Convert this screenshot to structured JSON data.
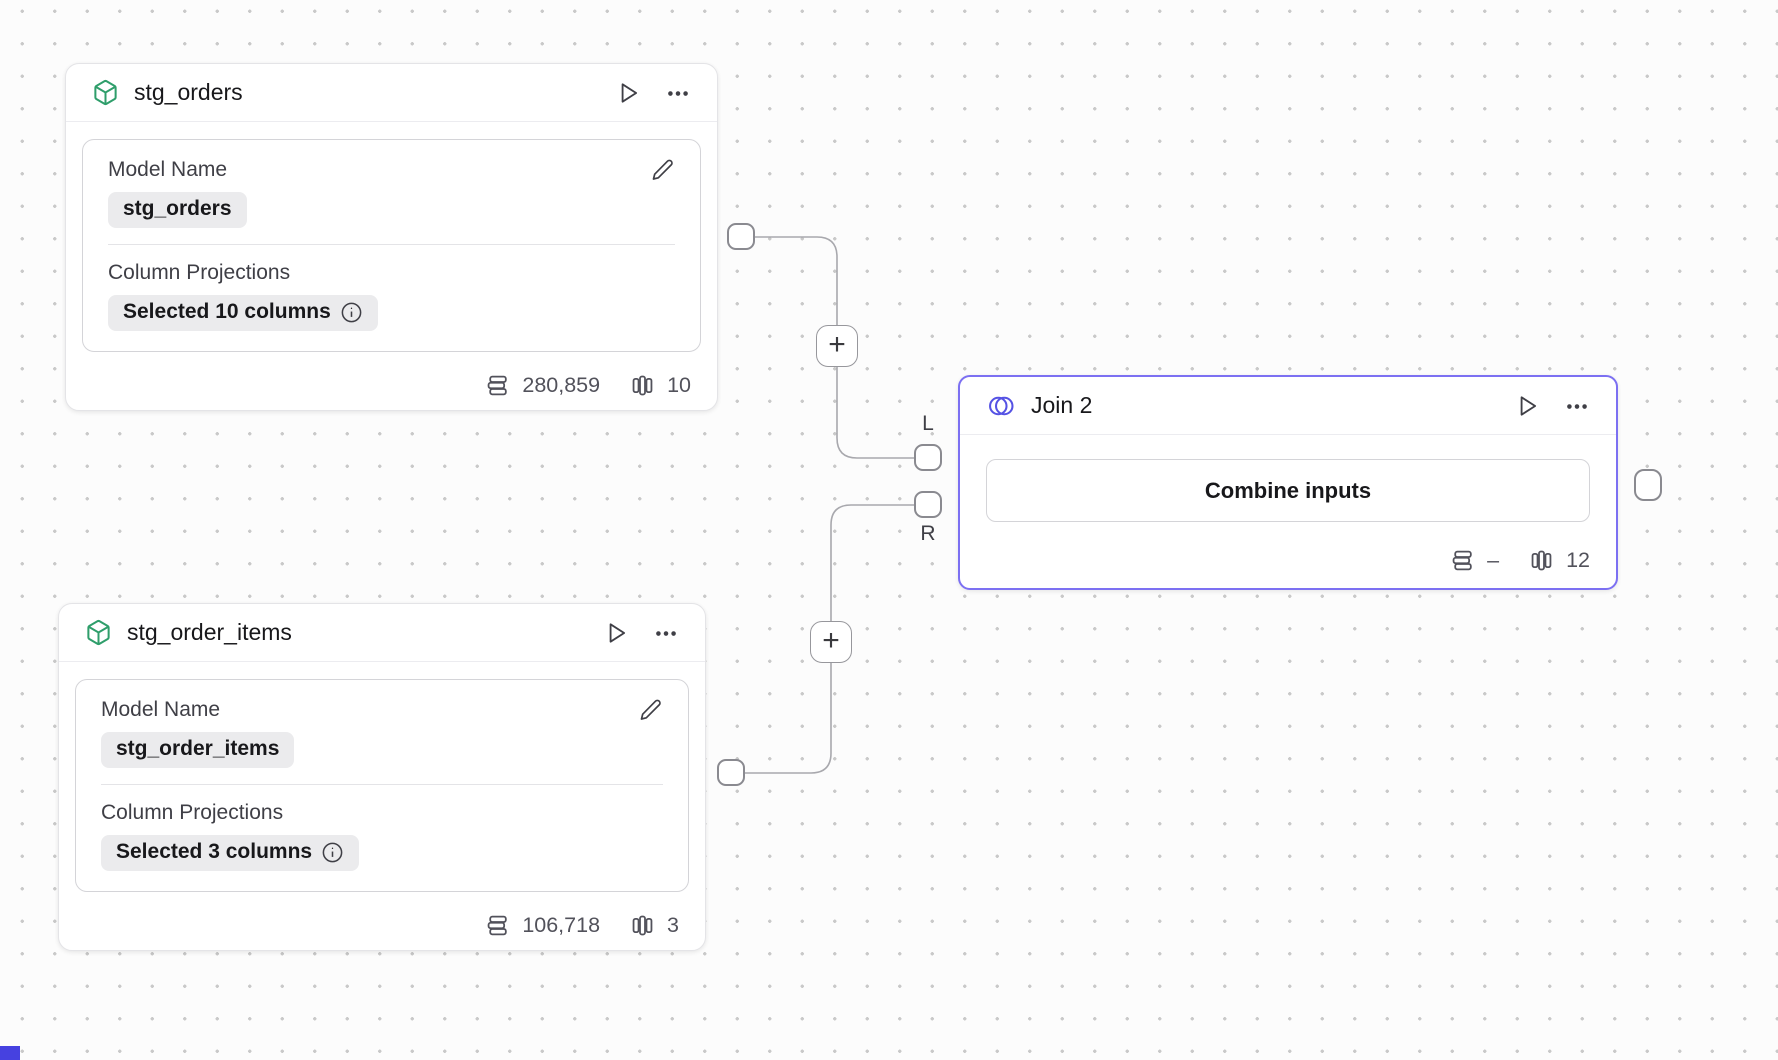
{
  "canvas": {
    "background_color": "#fcfcfc",
    "dot_color": "#c9c9c9",
    "edge_color": "#a8a8ad",
    "bottom_left_accent_color": "#4641e0"
  },
  "icons": {
    "model": "cube-icon",
    "join": "venn-circles-icon",
    "run": "play-icon",
    "menu": "ellipsis-icon",
    "edit": "pencil-icon",
    "info": "info-circle-icon",
    "rows": "table-rows-icon",
    "columns": "table-columns-icon",
    "add_step_glyph": "+"
  },
  "colors": {
    "model_icon_green": "#2f9e6b",
    "join_accent_indigo": "#7c70f2",
    "join_icon_indigo": "#5552e4"
  },
  "nodes": {
    "stg_orders": {
      "title": "stg_orders",
      "fields": {
        "model_name": {
          "label": "Model Name",
          "value": "stg_orders"
        },
        "column_projections": {
          "label": "Column Projections",
          "value": "Selected 10 columns"
        }
      },
      "stats": {
        "rows": "280,859",
        "columns": "10"
      }
    },
    "stg_order_items": {
      "title": "stg_order_items",
      "fields": {
        "model_name": {
          "label": "Model Name",
          "value": "stg_order_items"
        },
        "column_projections": {
          "label": "Column Projections",
          "value": "Selected 3 columns"
        }
      },
      "stats": {
        "rows": "106,718",
        "columns": "3"
      }
    },
    "join": {
      "title": "Join 2",
      "combine_button_label": "Combine inputs",
      "ports": {
        "left_label": "L",
        "right_label": "R"
      },
      "stats": {
        "rows": "–",
        "columns": "12"
      }
    }
  }
}
